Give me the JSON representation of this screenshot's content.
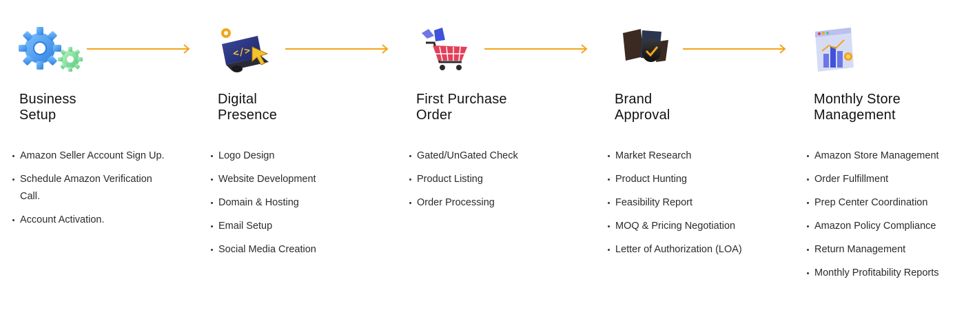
{
  "accent_color": "#f2a51a",
  "steps": [
    {
      "icon": "gears-icon",
      "title_line1": "Business",
      "title_line2": "Setup",
      "items": [
        "Amazon Seller Account Sign Up.",
        "Schedule Amazon Verification Call.",
        "Account Activation."
      ]
    },
    {
      "icon": "laptop-code-icon",
      "title_line1": "Digital",
      "title_line2": "Presence",
      "items": [
        "Logo Design",
        "Website Development",
        "Domain & Hosting",
        "Email Setup",
        "Social Media Creation"
      ]
    },
    {
      "icon": "shopping-cart-icon",
      "title_line1": "First Purchase",
      "title_line2": "Order",
      "items": [
        "Gated/UnGated Check",
        "Product Listing",
        "Order Processing"
      ]
    },
    {
      "icon": "shield-check-icon",
      "title_line1": "Brand",
      "title_line2": "Approval",
      "items": [
        "Market Research",
        "Product Hunting",
        "Feasibility Report",
        "MOQ & Pricing Negotiation",
        "Letter of Authorization (LOA)"
      ]
    },
    {
      "icon": "analytics-chart-icon",
      "title_line1": "Monthly Store",
      "title_line2": "Management",
      "items": [
        "Amazon Store Management",
        "Order Fulfillment",
        "Prep Center Coordination",
        "Amazon Policy Compliance",
        "Return Management",
        "Monthly Profitability Reports"
      ]
    }
  ]
}
